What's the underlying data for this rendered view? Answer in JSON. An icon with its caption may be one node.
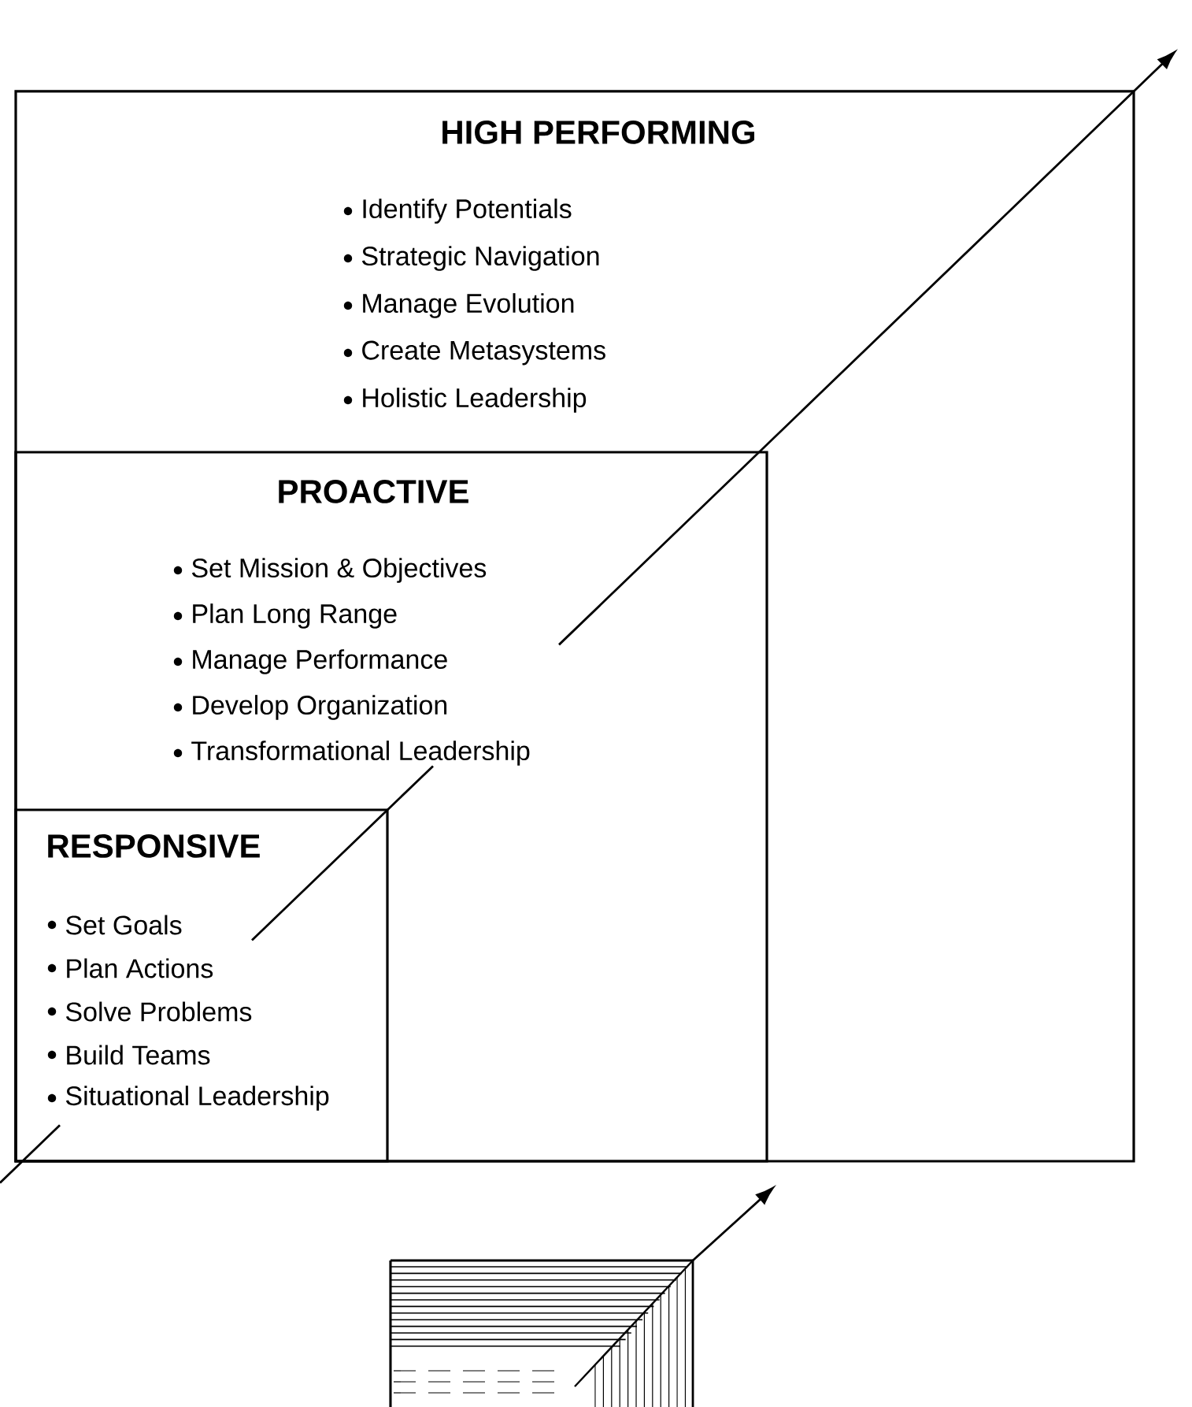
{
  "diagram": {
    "nodes": [
      {
        "text": [
          "HIGH PERFORMING",
          "Identify Potentials",
          "Strategic Navigation",
          "Manage Evolution",
          "Create Metasystems",
          "Holistic Leadership"
        ]
      },
      {
        "text": [
          "PROACTIVE",
          "Set Mission & Objectives",
          "Plan Long Range",
          "Manage Performance",
          "Develop Organization",
          "Transformational Leadership"
        ],
        "in": 0
      },
      {
        "text": [
          "RESPONSIVE",
          "Set Goals",
          "Plan Actions",
          "Solve Problems",
          "Build Teams",
          "Situational Leadership"
        ],
        "in": 1
      }
    ]
  }
}
